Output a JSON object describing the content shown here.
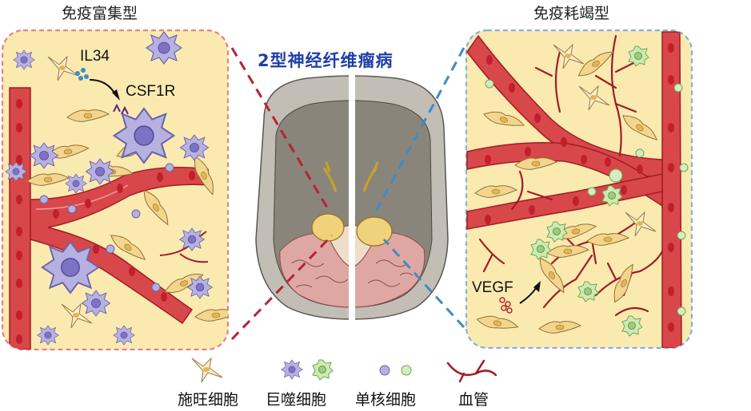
{
  "titles": {
    "left": "免疫富集型",
    "center": "2型神经纤维瘤病",
    "right": "免疫耗竭型"
  },
  "labels": {
    "il34": "IL34",
    "csf1r": "CSF1R",
    "vegf": "VEGF"
  },
  "legend": {
    "schwann": "施旺细胞",
    "macrophage": "巨噬细胞",
    "monocyte": "单核细胞",
    "vessel": "血管"
  },
  "colors": {
    "panel_fill": "#fbeab0",
    "left_border": "#e6808a",
    "right_border": "#7fb4dd",
    "vessel": "#d8474a",
    "vessel_dark": "#a11c24",
    "macrophage": "#b6b1e0",
    "macrophage_nucleus": "#7e72c4",
    "green_macrophage": "#c8e6a8",
    "schwann": "#f3d68c",
    "red_line": "#b32436",
    "blue_line": "#3d8cc7",
    "title_blue": "#1f3fa8"
  }
}
